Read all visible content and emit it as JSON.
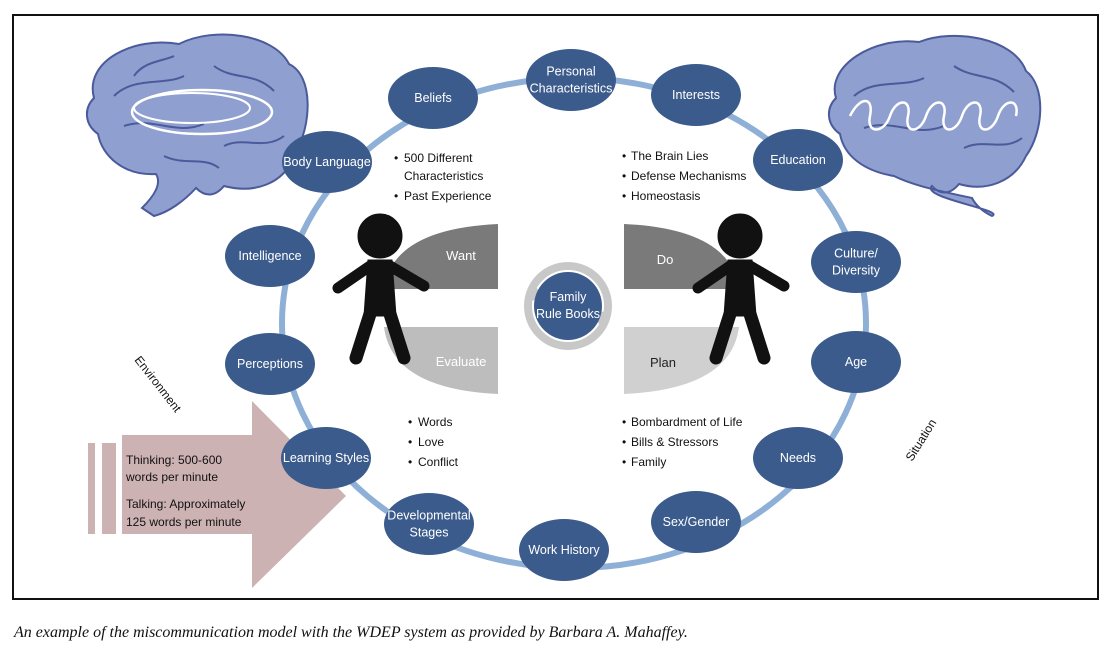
{
  "nodes": [
    {
      "id": "personal",
      "lines": [
        "Personal",
        "Characteristics"
      ]
    },
    {
      "id": "interests",
      "lines": [
        "Interests"
      ]
    },
    {
      "id": "education",
      "lines": [
        "Education"
      ]
    },
    {
      "id": "culture",
      "lines": [
        "Culture/",
        "Diversity"
      ]
    },
    {
      "id": "age",
      "lines": [
        "Age"
      ]
    },
    {
      "id": "needs",
      "lines": [
        "Needs"
      ]
    },
    {
      "id": "sex",
      "lines": [
        "Sex/Gender"
      ]
    },
    {
      "id": "work",
      "lines": [
        "Work History"
      ]
    },
    {
      "id": "developmental",
      "lines": [
        "Developmental",
        "Stages"
      ]
    },
    {
      "id": "learning",
      "lines": [
        "Learning Styles"
      ]
    },
    {
      "id": "perceptions",
      "lines": [
        "Perceptions"
      ]
    },
    {
      "id": "intelligence",
      "lines": [
        "Intelligence"
      ]
    },
    {
      "id": "body",
      "lines": [
        "Body Language"
      ]
    },
    {
      "id": "beliefs",
      "lines": [
        "Beliefs"
      ]
    }
  ],
  "center": {
    "lines": [
      "Family",
      "Rule Books"
    ]
  },
  "left_blocks": {
    "top": "Want",
    "bottom": "Evaluate"
  },
  "right_blocks": {
    "top": "Do",
    "bottom": "Plan"
  },
  "bullets": {
    "top_left": [
      "500 Different",
      "Characteristics",
      "Past Experience"
    ],
    "top_right": [
      "The Brain Lies",
      "Defense Mechanisms",
      "Homeostasis"
    ],
    "bottom_left": [
      "Words",
      "Love",
      "Conflict"
    ],
    "bottom_right": [
      "Bombardment of Life",
      "Bills & Stressors",
      "Family"
    ]
  },
  "arrow_text": {
    "thinking": [
      "Thinking: 500-600",
      "words per minute"
    ],
    "talking": [
      "Talking: Approximately",
      "125 words per minute"
    ]
  },
  "side_labels": {
    "left": "Environment",
    "right": "Situation"
  },
  "caption": "An example of the miscommunication model with the WDEP system as provided by Barbara A. Mahaffey.",
  "colors": {
    "node_fill": "#3b5b8c",
    "ring": "#8fb0d6",
    "brain_fill": "#8f9fd0",
    "brain_stroke": "#4a5a9a",
    "dark_block": "#7a7a7a",
    "light_block": "#bdbdbd",
    "arrow_fill": "#cdb2b3",
    "figure": "#111111"
  }
}
